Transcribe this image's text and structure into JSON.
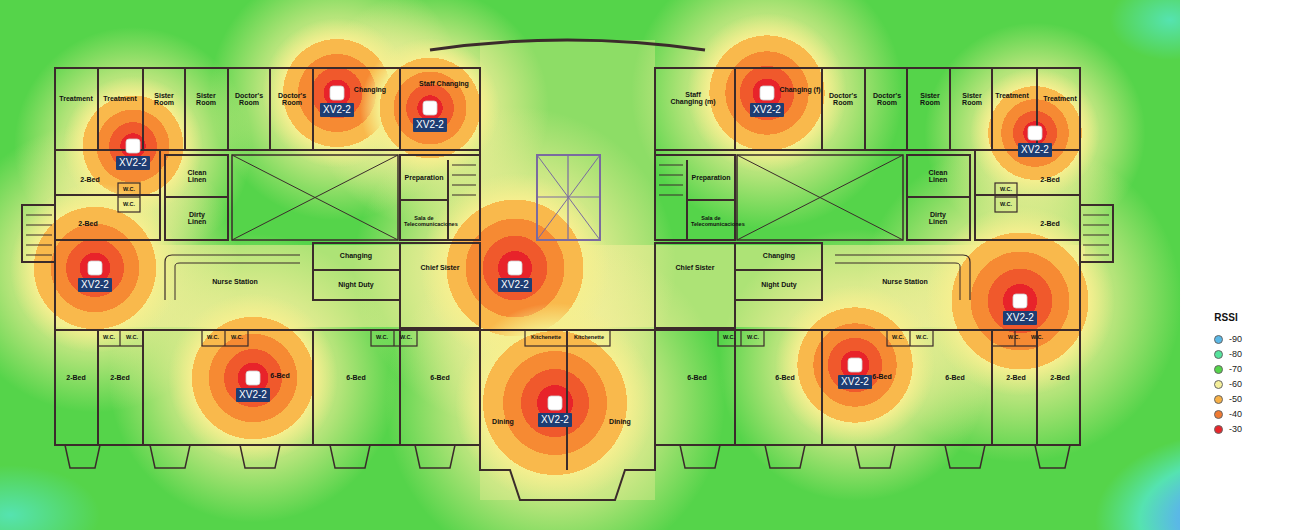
{
  "diagram": {
    "nodes": [
      {
        "text": [
          "XV2-2"
        ]
      },
      {
        "text": [
          "XV2-2"
        ]
      },
      {
        "text": [
          "XV2-2"
        ]
      },
      {
        "text": [
          "XV2-2"
        ]
      },
      {
        "text": [
          "XV2-2"
        ]
      },
      {
        "text": [
          "XV2-2"
        ]
      },
      {
        "text": [
          "XV2-2"
        ]
      },
      {
        "text": [
          "XV2-2"
        ]
      },
      {
        "text": [
          "XV2-2"
        ]
      },
      {
        "text": [
          "XV2-2"
        ]
      },
      {
        "text": [
          "XV2-2"
        ]
      }
    ],
    "labels": [
      "Treatment",
      "Treatment",
      "Sister Room",
      "Sister Room",
      "Doctor's Room",
      "Doctor's Room",
      "Changing",
      "Staff Changing",
      "Staff Changing (m)",
      "Changing (f)",
      "Doctor's Room",
      "Doctor's Room",
      "Sister Room",
      "Sister Room",
      "Treatment",
      "Treatment",
      "2-Bed",
      "Clean Linen",
      "W.C.",
      "W.C.",
      "2-Bed",
      "Dirty Linen",
      "Preparation",
      "Sala de Telecomunicaciones",
      "Changing",
      "Night Duty",
      "Chief Sister",
      "Nurse Station",
      "Kitchenette",
      "Kitchenette",
      "Dining",
      "Dining",
      "Preparation",
      "Sala de Telecomunicaciones",
      "Clean Linen",
      "Dirty Linen",
      "W.C.",
      "W.C.",
      "2-Bed",
      "2-Bed",
      "Chief Sister",
      "Changing",
      "Night Duty",
      "Nurse Station",
      "W.C.",
      "W.C.",
      "2-Bed",
      "2-Bed",
      "W.C.",
      "W.C.",
      "6-Bed",
      "W.C.",
      "W.C.",
      "6-Bed",
      "6-Bed",
      "6-Bed",
      "W.C.",
      "W.C.",
      "6-Bed",
      "6-Bed",
      "W.C.",
      "W.C.",
      "6-Bed",
      "W.C.",
      "W.C.",
      "2-Bed",
      "2-Bed",
      "RSSI"
    ],
    "legend": [
      {
        "text": "-90",
        "color": "#5ab8e6"
      },
      {
        "text": "-80",
        "color": "#55e39c"
      },
      {
        "text": "-70",
        "color": "#55d44a"
      },
      {
        "text": "-60",
        "color": "#f5ef9a"
      },
      {
        "text": "-50",
        "color": "#f7b046"
      },
      {
        "text": "-40",
        "color": "#f07a32"
      },
      {
        "text": "-30",
        "color": "#e8262b"
      }
    ]
  }
}
